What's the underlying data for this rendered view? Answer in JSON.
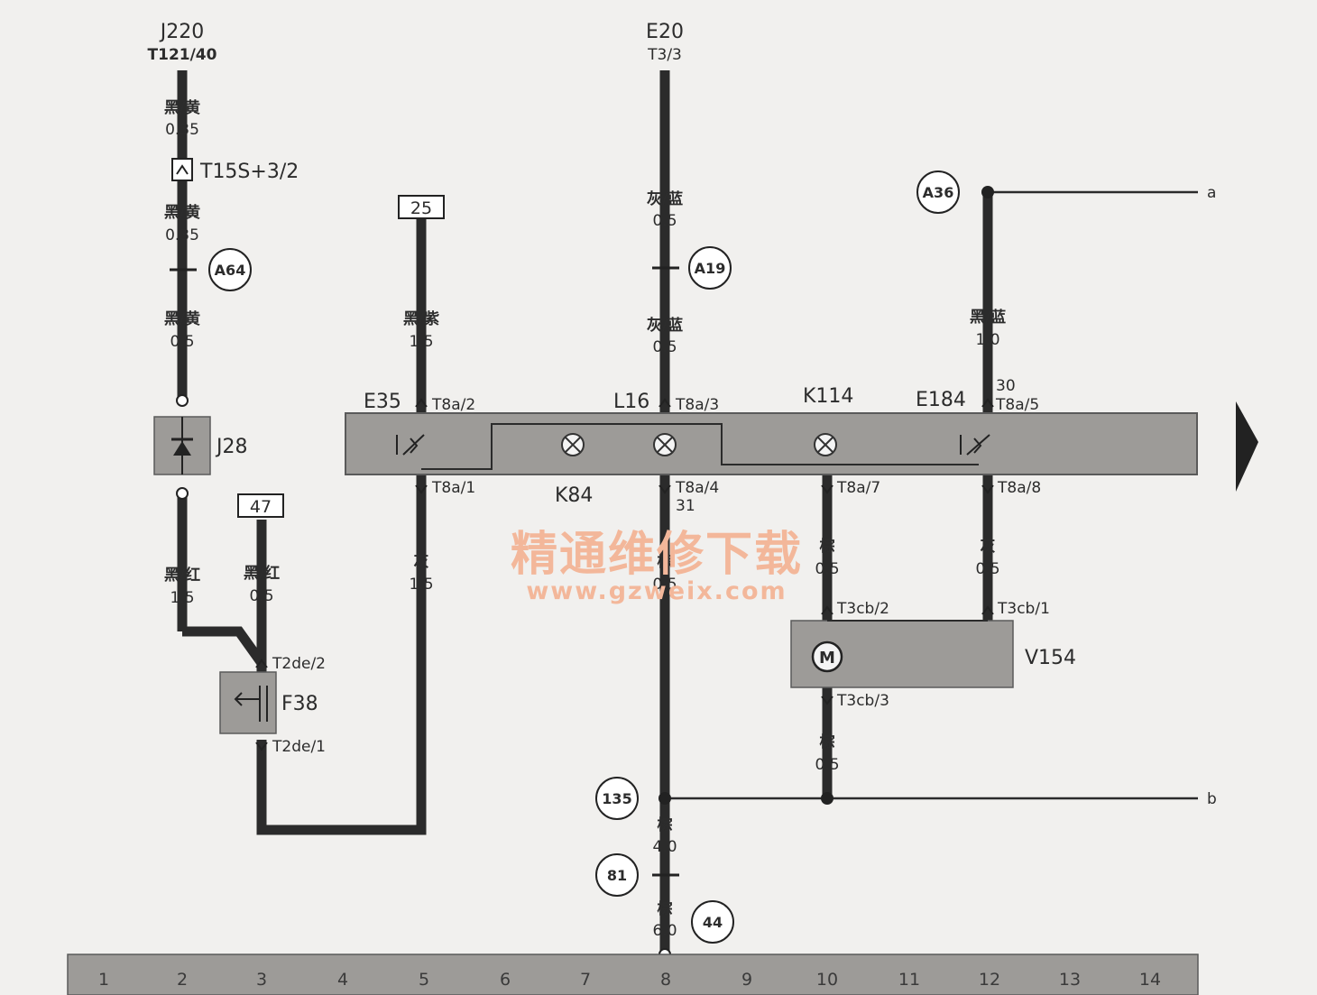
{
  "top_labels": {
    "j220": "J220",
    "t121_40": "T121/40",
    "e20": "E20",
    "t3_3": "T3/3"
  },
  "wires": {
    "w1_color_a": "黑/黄",
    "w1_size_a": "0.35",
    "w1_color_b": "黑/黄",
    "w1_size_b": "0.35",
    "w1_color_c": "黑/黄",
    "w1_size_c": "0.5",
    "w2_color": "黑/紫",
    "w2_size": "1.5",
    "w3_color_a": "灰/蓝",
    "w3_size_a": "0.5",
    "w3_color_b": "灰/蓝",
    "w3_size_b": "0.5",
    "w4_color": "黑/蓝",
    "w4_size": "1.0",
    "w5_color": "黑/红",
    "w5_size": "1.5",
    "w6_color": "黑/红",
    "w6_size": "0.5",
    "w7_color": "灰",
    "w7_size": "1.5",
    "w8_color": "棕",
    "w8_size": "0.5",
    "w9_color": "棕",
    "w9_size": "0.5",
    "w10_color": "灰",
    "w10_size": "0.5",
    "w11_color": "棕",
    "w11_size": "0.5",
    "w12_color": "棕",
    "w12_size": "4.0",
    "w13_color": "棕",
    "w13_size": "6.0"
  },
  "connectors": {
    "t15s": "T15S+3/2",
    "t8a_2": "T8a/2",
    "t8a_3": "T8a/3",
    "t8a_5": "T8a/5",
    "pin30": "30",
    "t8a_1": "T8a/1",
    "t8a_4": "T8a/4",
    "pin31": "31",
    "t8a_7": "T8a/7",
    "t8a_8": "T8a/8",
    "t3cb_2": "T3cb/2",
    "t3cb_1": "T3cb/1",
    "t3cb_3": "T3cb/3",
    "t2de_2": "T2de/2",
    "t2de_1": "T2de/1"
  },
  "components": {
    "j28": "J28",
    "f38": "F38",
    "e35": "E35",
    "l16": "L16",
    "k114": "K114",
    "e184": "E184",
    "k84": "K84",
    "v154": "V154",
    "motor": "M"
  },
  "points": {
    "a64": "A64",
    "a19": "A19",
    "a36": "A36",
    "p135": "135",
    "p81": "81",
    "p44": "44"
  },
  "boxes": {
    "b25": "25",
    "b47": "47"
  },
  "ends": {
    "a": "a",
    "b": "b"
  },
  "rail_numbers": [
    "1",
    "2",
    "3",
    "4",
    "5",
    "6",
    "7",
    "8",
    "9",
    "10",
    "11",
    "12",
    "13",
    "14"
  ],
  "watermark": {
    "line1": "精通维修下载",
    "line2": "www.gzweix.com"
  }
}
